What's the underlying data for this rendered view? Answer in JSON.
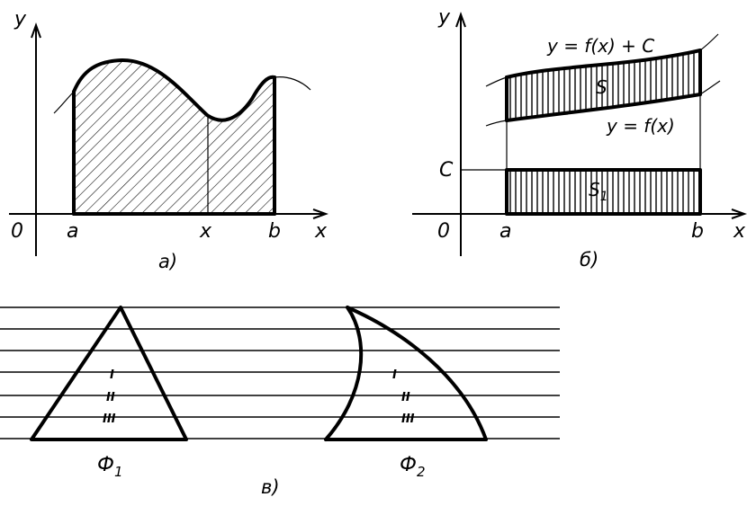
{
  "panel_a": {
    "label_y": "y",
    "label_x": "x",
    "label_origin": "0",
    "label_a": "a",
    "label_xpt": "x",
    "label_b": "b",
    "caption": "а)"
  },
  "panel_b": {
    "label_y": "y",
    "label_x": "x",
    "label_origin": "0",
    "label_a": "a",
    "label_b": "b",
    "label_c": "C",
    "label_upper": "y = f(x) + C",
    "label_lower": "y = f(x)",
    "label_s": "S",
    "label_s1": "S",
    "label_s1_sub": "1"
  },
  "panel_b_caption": "б)",
  "panel_v": {
    "fig1": "Ф",
    "fig1_sub": "1",
    "fig2": "Ф",
    "fig2_sub": "2",
    "mark1": "I",
    "mark2": "II",
    "mark3": "III",
    "caption": "в)"
  }
}
